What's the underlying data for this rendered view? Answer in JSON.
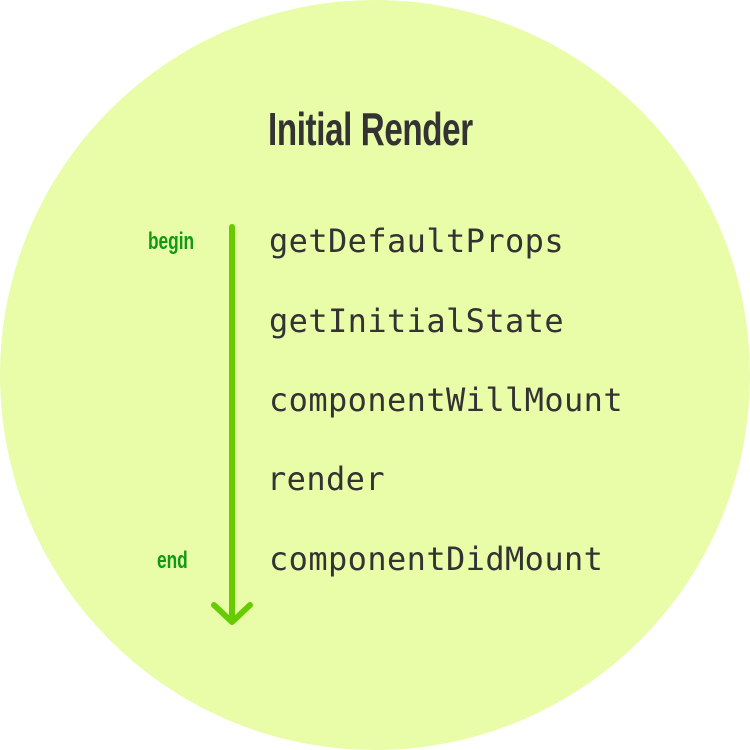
{
  "title": "Initial Render",
  "labels": {
    "begin": "begin",
    "end": "end"
  },
  "steps": [
    "getDefaultProps",
    "getInitialState",
    "componentWillMount",
    "render",
    "componentDidMount"
  ],
  "colors": {
    "background": "#e9fca8",
    "arrow": "#66cc00",
    "label": "#119911",
    "text": "#333333"
  }
}
